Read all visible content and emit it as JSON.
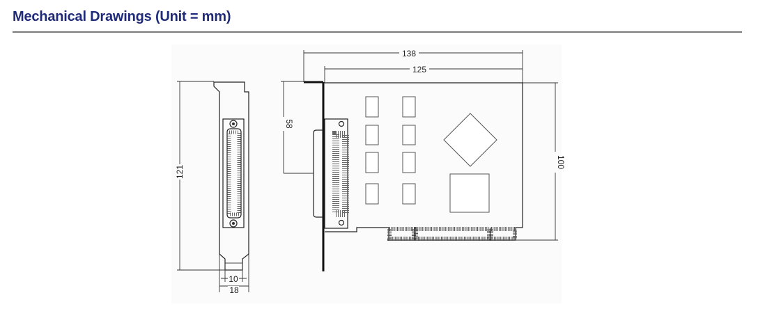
{
  "heading": "Mechanical Drawings (Unit = mm)",
  "dimensions": {
    "bracket_height": "121",
    "bracket_tab_width": "10",
    "bracket_width": "18",
    "overall_length": "138",
    "board_length": "125",
    "connector_offset": "58",
    "board_height": "100"
  }
}
